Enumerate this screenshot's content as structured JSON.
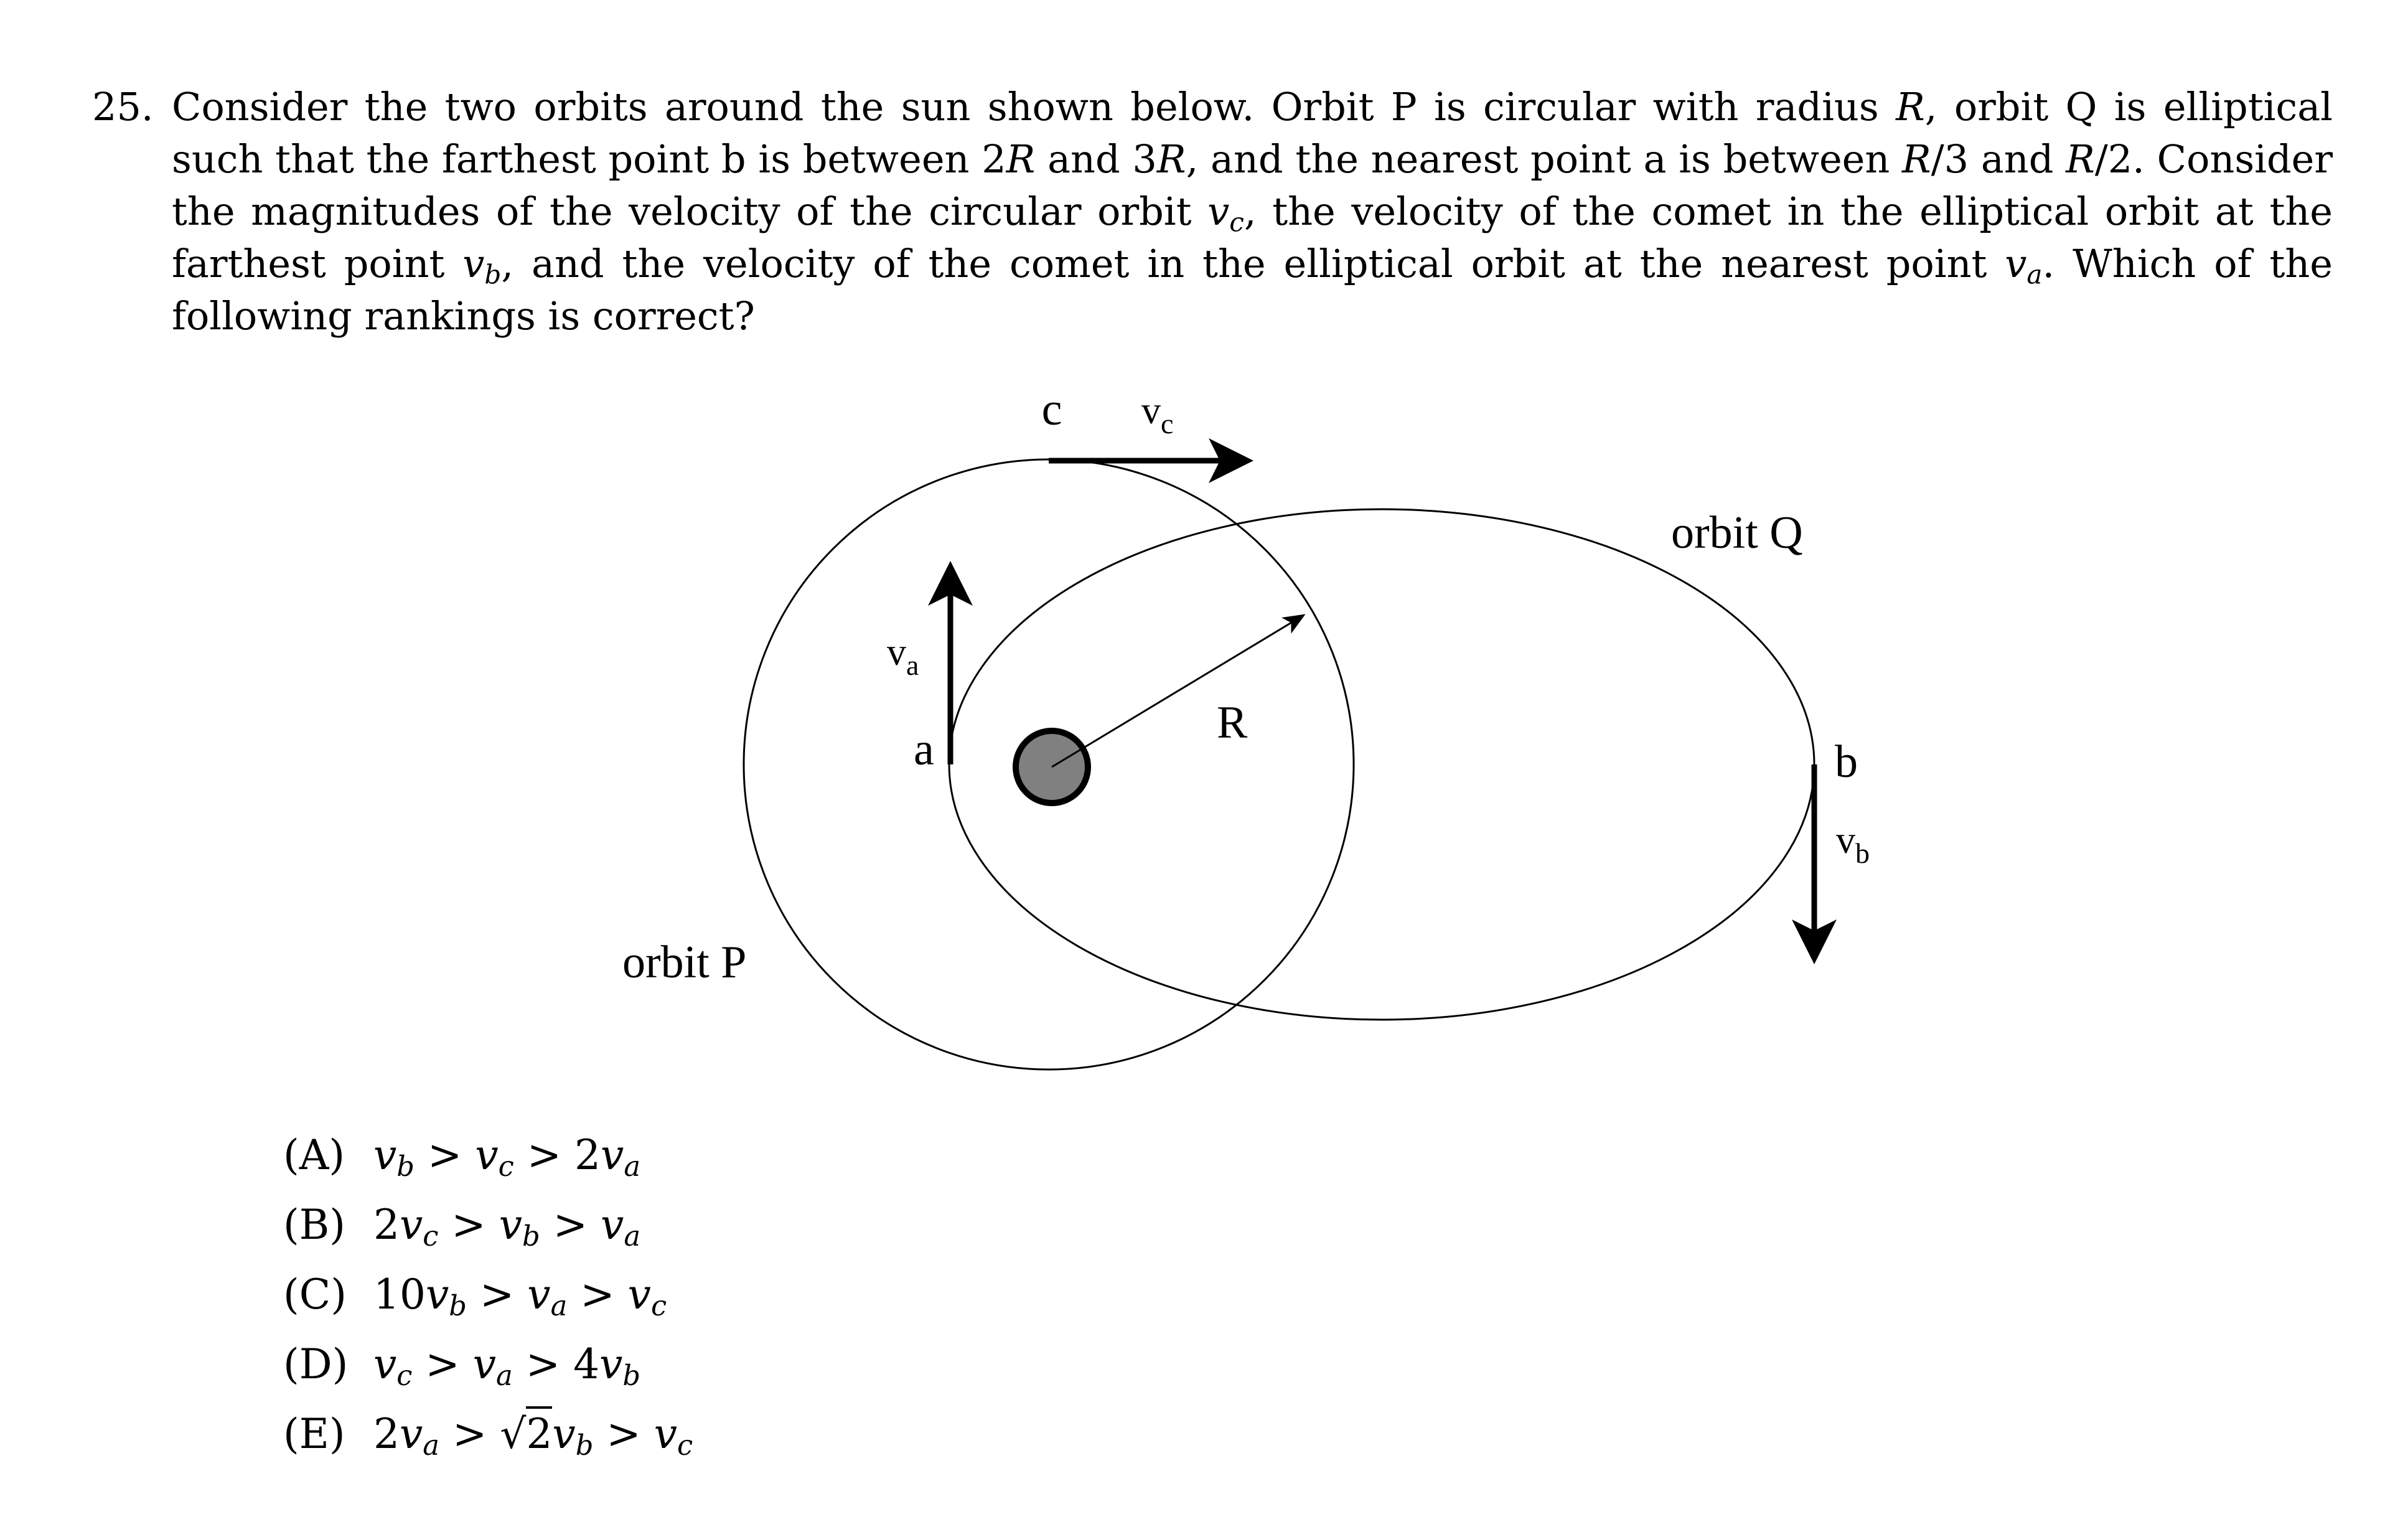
{
  "question": {
    "number": "25.",
    "stem_parts": {
      "p1": "Consider the two orbits around the sun shown below. Orbit P is circular with radius ",
      "R": "R",
      "p2": ", orbit Q is elliptical such that the farthest point b is between 2",
      "p3": " and 3",
      "p4": ", and the nearest point a is between ",
      "p5": "/3 and ",
      "p6": "/2. Consider the magnitudes of the velocity of the circular orbit ",
      "v": "v",
      "c": "c",
      "p7": ", the velocity of the comet in the elliptical orbit at the farthest point ",
      "b": "b",
      "p8": ", and the velocity of the comet in the elliptical orbit at the nearest point ",
      "a": "a",
      "p9": ". Which of the following rankings is correct?"
    }
  },
  "figure": {
    "labels": {
      "c": "c",
      "vc": "v",
      "vc_sub": "c",
      "orbit_q": "orbit Q",
      "va": "v",
      "va_sub": "a",
      "a": "a",
      "R": "R",
      "b": "b",
      "vb": "v",
      "vb_sub": "b",
      "orbit_p": "orbit P"
    }
  },
  "options": [
    {
      "letter": "(A)",
      "text": "v_b > v_c > 2v_a"
    },
    {
      "letter": "(B)",
      "text": "2v_c > v_b > v_a"
    },
    {
      "letter": "(C)",
      "text": "10v_b > v_a > v_c"
    },
    {
      "letter": "(D)",
      "text": "v_c > v_a > 4v_b"
    },
    {
      "letter": "(E)",
      "text": "2v_a > √2v_b > v_c"
    }
  ],
  "option_glyphs": {
    "v": "v",
    "gt": ">",
    "sqrt": "√",
    "two": "2",
    "two_coef": "2",
    "four_coef": "4",
    "ten_coef": "10",
    "a": "a",
    "b": "b",
    "c": "c"
  }
}
